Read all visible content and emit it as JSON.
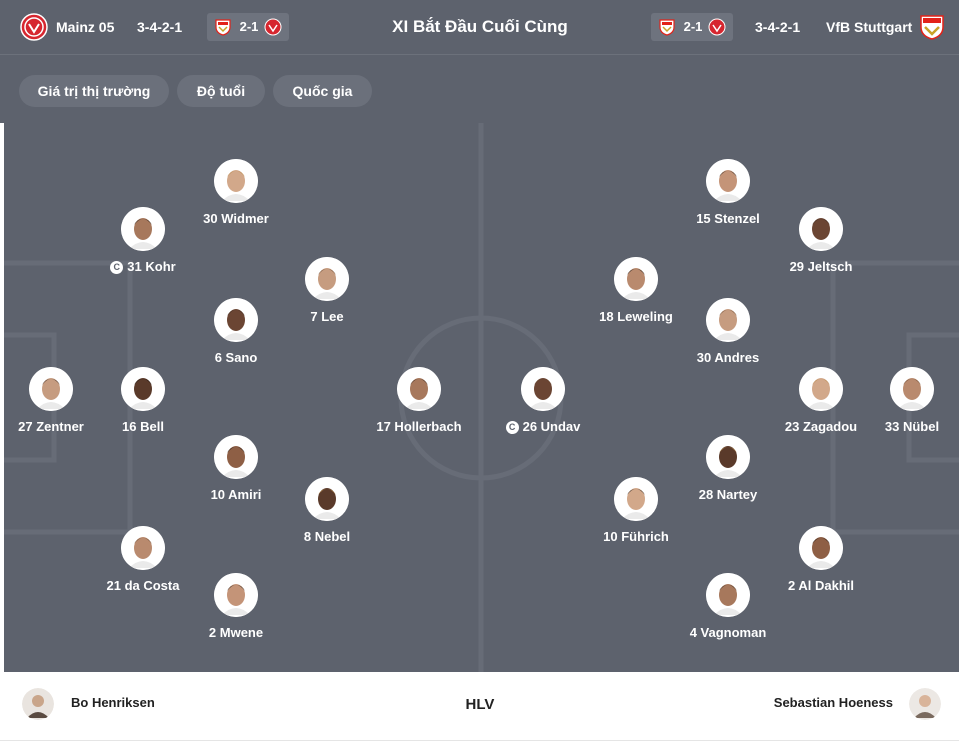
{
  "header": {
    "title": "XI Bắt Đầu Cuối Cùng",
    "home": {
      "name": "Mainz 05",
      "formation": "3-4-2-1",
      "score": "2-1",
      "crest_color": "#d6262f"
    },
    "away": {
      "name": "VfB Stuttgart",
      "formation": "3-4-2-1",
      "score": "2-1",
      "crest_color": "#e32219"
    }
  },
  "filters": [
    "Giá trị thị trường",
    "Độ tuổi",
    "Quốc gia"
  ],
  "home_players": [
    {
      "label": "27 Zentner",
      "captain": false
    },
    {
      "label": "16 Bell",
      "captain": false
    },
    {
      "label": "31 Kohr",
      "captain": true
    },
    {
      "label": "21 da Costa",
      "captain": false
    },
    {
      "label": "30 Widmer",
      "captain": false
    },
    {
      "label": "6 Sano",
      "captain": false
    },
    {
      "label": "10 Amiri",
      "captain": false
    },
    {
      "label": "2 Mwene",
      "captain": false
    },
    {
      "label": "7 Lee",
      "captain": false
    },
    {
      "label": "8 Nebel",
      "captain": false
    },
    {
      "label": "17 Hollerbach",
      "captain": false
    }
  ],
  "away_players": [
    {
      "label": "33 Nübel",
      "captain": false
    },
    {
      "label": "23 Zagadou",
      "captain": false
    },
    {
      "label": "29 Jeltsch",
      "captain": false
    },
    {
      "label": "2 Al Dakhil",
      "captain": false
    },
    {
      "label": "15 Stenzel",
      "captain": false
    },
    {
      "label": "30 Andres",
      "captain": false
    },
    {
      "label": "28 Nartey",
      "captain": false
    },
    {
      "label": "4 Vagnoman",
      "captain": false
    },
    {
      "label": "18 Leweling",
      "captain": false
    },
    {
      "label": "10 Führich",
      "captain": false
    },
    {
      "label": "26 Undav",
      "captain": true
    }
  ],
  "footer": {
    "label": "HLV",
    "home_coach": "Bo Henriksen",
    "away_coach": "Sebastian Hoeness"
  },
  "captain_mark": "C",
  "colors": {
    "pitch": "#5d626d",
    "lines": "#676c77",
    "chip": "#6b707b"
  }
}
